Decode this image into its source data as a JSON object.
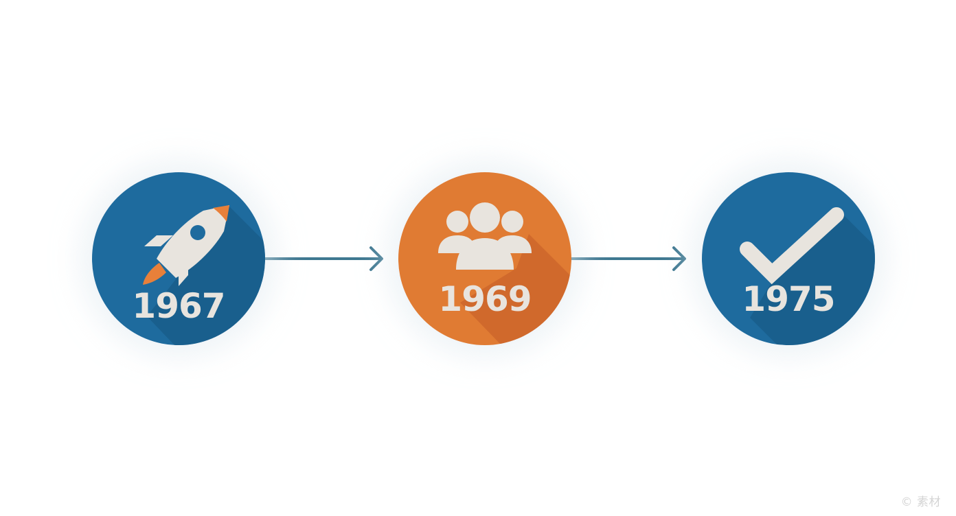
{
  "colors": {
    "background": "#ffffff",
    "blue": "#1e6b9e",
    "blue_shadow": "#16557f",
    "orange": "#e07b33",
    "orange_shadow": "#c9622a",
    "icon_light": "#e8e4de",
    "icon_orange": "#e8803a",
    "connector": "#3f7891",
    "watermark": "#d4d4d4"
  },
  "timeline": {
    "nodes": [
      {
        "year": "1967",
        "icon": "rocket-icon",
        "color": "blue"
      },
      {
        "year": "1969",
        "icon": "people-group-icon",
        "color": "orange"
      },
      {
        "year": "1975",
        "icon": "checkmark-icon",
        "color": "blue"
      }
    ],
    "connectors": [
      {
        "icon": "arrow-right-icon"
      },
      {
        "icon": "arrow-right-icon"
      }
    ]
  },
  "watermark": {
    "text": "© 素材"
  }
}
